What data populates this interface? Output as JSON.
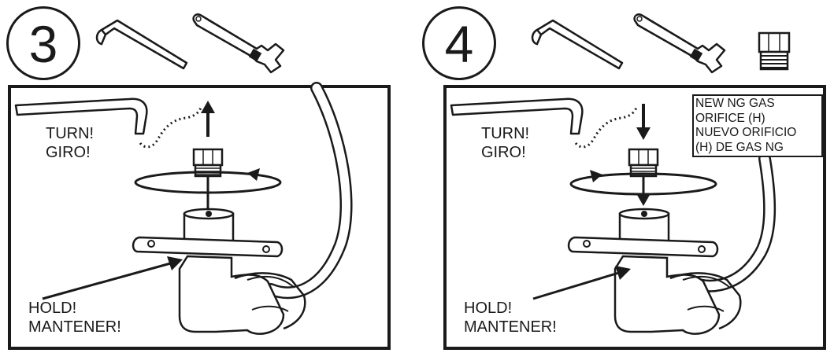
{
  "steps": [
    {
      "number": "3",
      "tools": [
        "hex-key",
        "adjustable-wrench"
      ],
      "turn_label": "TURN!",
      "turn_label_es": "GIRO!",
      "hold_label": "HOLD!",
      "hold_label_es": "MANTENER!",
      "arrow_direction": "up"
    },
    {
      "number": "4",
      "tools": [
        "hex-key",
        "adjustable-wrench",
        "gas-orifice"
      ],
      "turn_label": "TURN!",
      "turn_label_es": "GIRO!",
      "hold_label": "HOLD!",
      "hold_label_es": "MANTENER!",
      "arrow_direction": "down",
      "note_lines": [
        "NEW NG GAS",
        "ORIFICE (H)",
        "NUEVO ORIFICIO",
        "(H) DE GAS NG"
      ]
    }
  ],
  "colors": {
    "line": "#1a1a1a",
    "background": "#ffffff"
  }
}
